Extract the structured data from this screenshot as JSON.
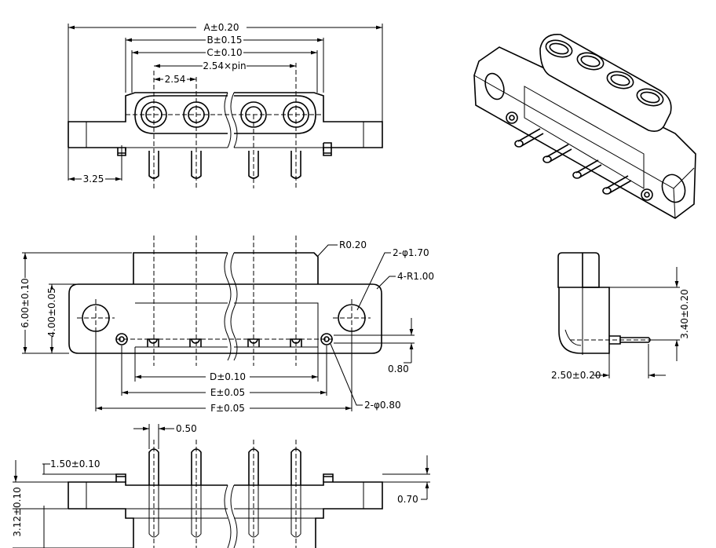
{
  "top_view": {
    "dim_a": "A±0.20",
    "dim_b": "B±0.15",
    "dim_c": "C±0.10",
    "dim_pitch_pin": "2.54×pin",
    "dim_pitch": "2.54",
    "dim_left": "3.25"
  },
  "front_view": {
    "dim_r020": "R0.20",
    "dim_hole170": "2-φ1.70",
    "dim_r100": "4-R1.00",
    "dim_height_total": "6.00±0.10",
    "dim_height_inner": "4.00±0.05",
    "dim_d": "D±0.10",
    "dim_e": "E±0.05",
    "dim_f": "F±0.05",
    "dim_hole080": "2-φ0.80",
    "dim_080": "0.80"
  },
  "side_view": {
    "dim_height": "3.40±0.20",
    "dim_width": "2.50±0.20"
  },
  "bottom_view": {
    "dim_pin": "0.50",
    "dim_boss": "1.50±0.10",
    "dim_thickness": "3.12±0.10",
    "dim_070": "0.70"
  }
}
